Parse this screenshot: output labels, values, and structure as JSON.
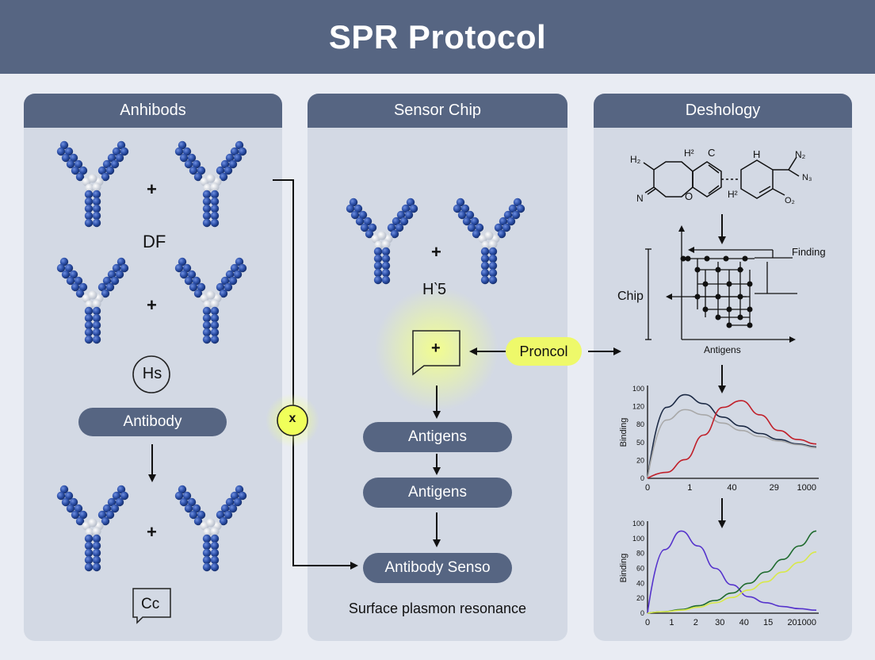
{
  "title": "SPR Protocol",
  "panels": {
    "left": {
      "title": "Anhibods",
      "label_df": "DF",
      "circle_label": "Hs",
      "pill": "Antibody",
      "box_label": "Cc"
    },
    "middle": {
      "title": "Sensor Chip",
      "label_h": "H‵5",
      "pills": [
        "Antigens",
        "Antigens",
        "Antibody Senso"
      ],
      "footer": "Surface plasmon resonance"
    },
    "right": {
      "title": "Deshology",
      "network_labels": {
        "finding": "Finding",
        "chip": "Chip",
        "antigens": "Antigens"
      }
    }
  },
  "center_x_label": "x",
  "proncol_label": "Proncol",
  "plus": "+",
  "molecule_labels": [
    "H₂",
    "H²",
    "C",
    "N",
    "O",
    "H",
    "H²",
    "N₂",
    "N₃",
    "O₂"
  ],
  "chart_data": [
    {
      "type": "line",
      "ylabel": "Binding",
      "x_ticks": [
        "0",
        "1",
        "40",
        "29",
        "1000"
      ],
      "y_ticks": [
        "0",
        "20",
        "50",
        "80",
        "120",
        "100"
      ],
      "series": [
        {
          "color": "#1c2a45",
          "values": [
            0,
            95,
            112,
            100,
            82,
            70,
            60,
            52,
            46,
            42
          ]
        },
        {
          "color": "#a8a8a8",
          "values": [
            0,
            78,
            92,
            85,
            74,
            64,
            56,
            50,
            45,
            41
          ]
        },
        {
          "color": "#c0202a",
          "values": [
            0,
            8,
            25,
            58,
            95,
            104,
            85,
            64,
            52,
            46
          ]
        }
      ]
    },
    {
      "type": "line",
      "ylabel": "Binding",
      "x_ticks": [
        "0",
        "1",
        "2",
        "30",
        "40",
        "15",
        "20",
        "1000"
      ],
      "y_ticks": [
        "0",
        "20",
        "40",
        "60",
        "80",
        "100",
        "100"
      ],
      "series": [
        {
          "color": "#5533cc",
          "values": [
            0,
            85,
            110,
            90,
            60,
            38,
            22,
            14,
            9,
            6,
            4
          ]
        },
        {
          "color": "#1f6b2e",
          "values": [
            0,
            2,
            5,
            10,
            17,
            27,
            40,
            55,
            72,
            90,
            110
          ]
        },
        {
          "color": "#d8e84a",
          "values": [
            0,
            2,
            4,
            8,
            14,
            21,
            31,
            42,
            55,
            68,
            82
          ]
        }
      ]
    }
  ]
}
